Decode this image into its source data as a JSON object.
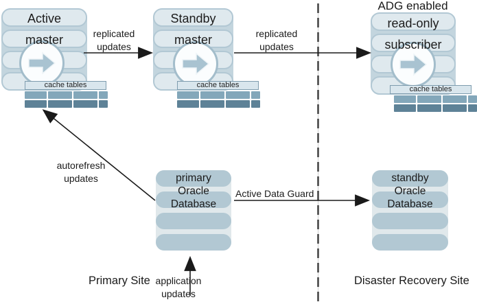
{
  "cache_dbs": [
    {
      "title_line1": "Active",
      "title_line2": "master",
      "cache_label": "cache tables"
    },
    {
      "title_line1": "Standby",
      "title_line2": "master",
      "cache_label": "cache tables"
    },
    {
      "heading": "ADG enabled",
      "title_line1": "read-only",
      "title_line2": "subscriber",
      "cache_label": "cache tables"
    }
  ],
  "oracle_dbs": [
    {
      "line1": "primary",
      "line2": "Oracle",
      "line3": "Database"
    },
    {
      "line1": "standby",
      "line2": "Oracle",
      "line3": "Database"
    }
  ],
  "arrows": {
    "replicated_1": "replicated updates",
    "replicated_2": "replicated updates",
    "active_data_guard": "Active Data Guard",
    "autorefresh": "autorefresh updates",
    "application": "application updates"
  },
  "sites": {
    "primary": "Primary Site",
    "disaster_recovery": "Disaster Recovery Site"
  },
  "icons": {
    "replication_arrow": "right-block-arrow-icon"
  },
  "colors": {
    "disk_fill": "#dfe9ee",
    "disk_border": "#b2c8d4",
    "disk_band": "#c3d5de",
    "circle_border": "#a3bdcb",
    "block_arrow": "#a9c3d1",
    "cache_header_fill": "#d9e6ed",
    "cache_header_border": "#7e9cae",
    "cache_row_top": "#83a7ba",
    "cache_row_bottom": "#5e8297",
    "oracle_row": "#b2c8d3",
    "oracle_gap": "#e0e8eb",
    "line": "#1a1a1a",
    "site_divider": "#474747",
    "text": "#1a1a1a"
  }
}
